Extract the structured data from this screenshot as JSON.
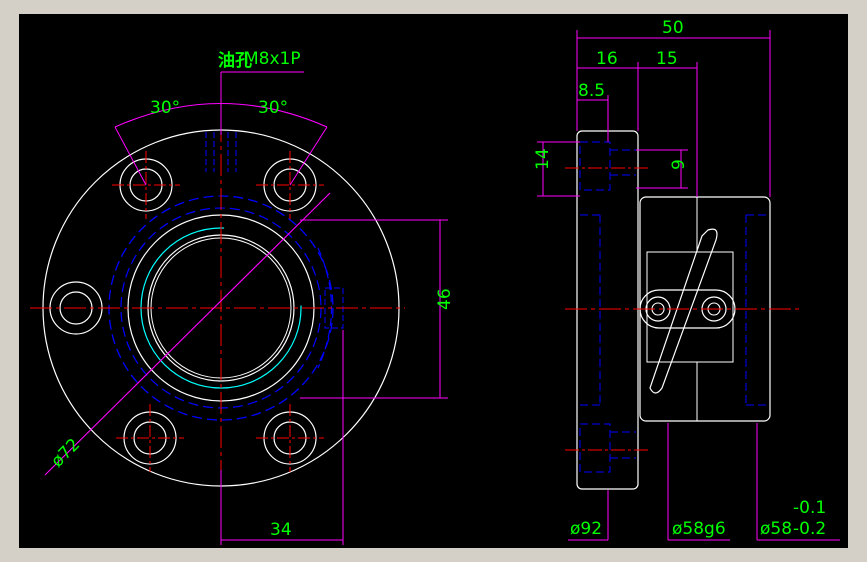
{
  "colors": {
    "background": "#000000",
    "frame": "#d4d0c8",
    "outline": "#ffffff",
    "dimension": "#ff00ff",
    "dim_text": "#00ff00",
    "centerline": "#ff0000",
    "hidden": "#0000ff",
    "thread": "#00ffff",
    "label_highlight": "#00ff00"
  },
  "front_view": {
    "oil_hole_label": "油孔",
    "thread_spec": "M8x1P",
    "angle_left": "30°",
    "angle_right": "30°",
    "dim_vertical": "46",
    "dim_horizontal": "34",
    "dim_diameter": "ø72"
  },
  "side_view": {
    "dim_total": "50",
    "dim_16": "16",
    "dim_15": "15",
    "dim_8_5": "8.5",
    "dim_14": "14",
    "dim_9": "9",
    "dim_d92": "ø92",
    "dim_d58g6": "ø58g6",
    "dim_d58": "ø58",
    "tol_upper": "-0.1",
    "tol_lower": "-0.2"
  }
}
